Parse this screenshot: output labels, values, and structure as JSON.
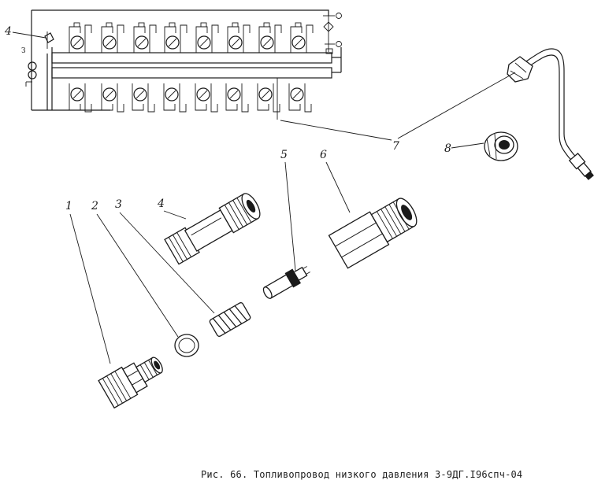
{
  "figure": {
    "caption": "Рис. 66. Топливопровод низкого давления 3-9ДГ.I96спч-04"
  },
  "callouts": [
    {
      "id": "1",
      "text": "1"
    },
    {
      "id": "2",
      "text": "2"
    },
    {
      "id": "3",
      "text": "3"
    },
    {
      "id": "4",
      "text": "4"
    },
    {
      "id": "5",
      "text": "5"
    },
    {
      "id": "6",
      "text": "6"
    },
    {
      "id": "7",
      "text": "7"
    },
    {
      "id": "8",
      "text": "8"
    },
    {
      "id": "4s",
      "text": "4"
    }
  ],
  "schematic": {
    "side_label": "З"
  }
}
